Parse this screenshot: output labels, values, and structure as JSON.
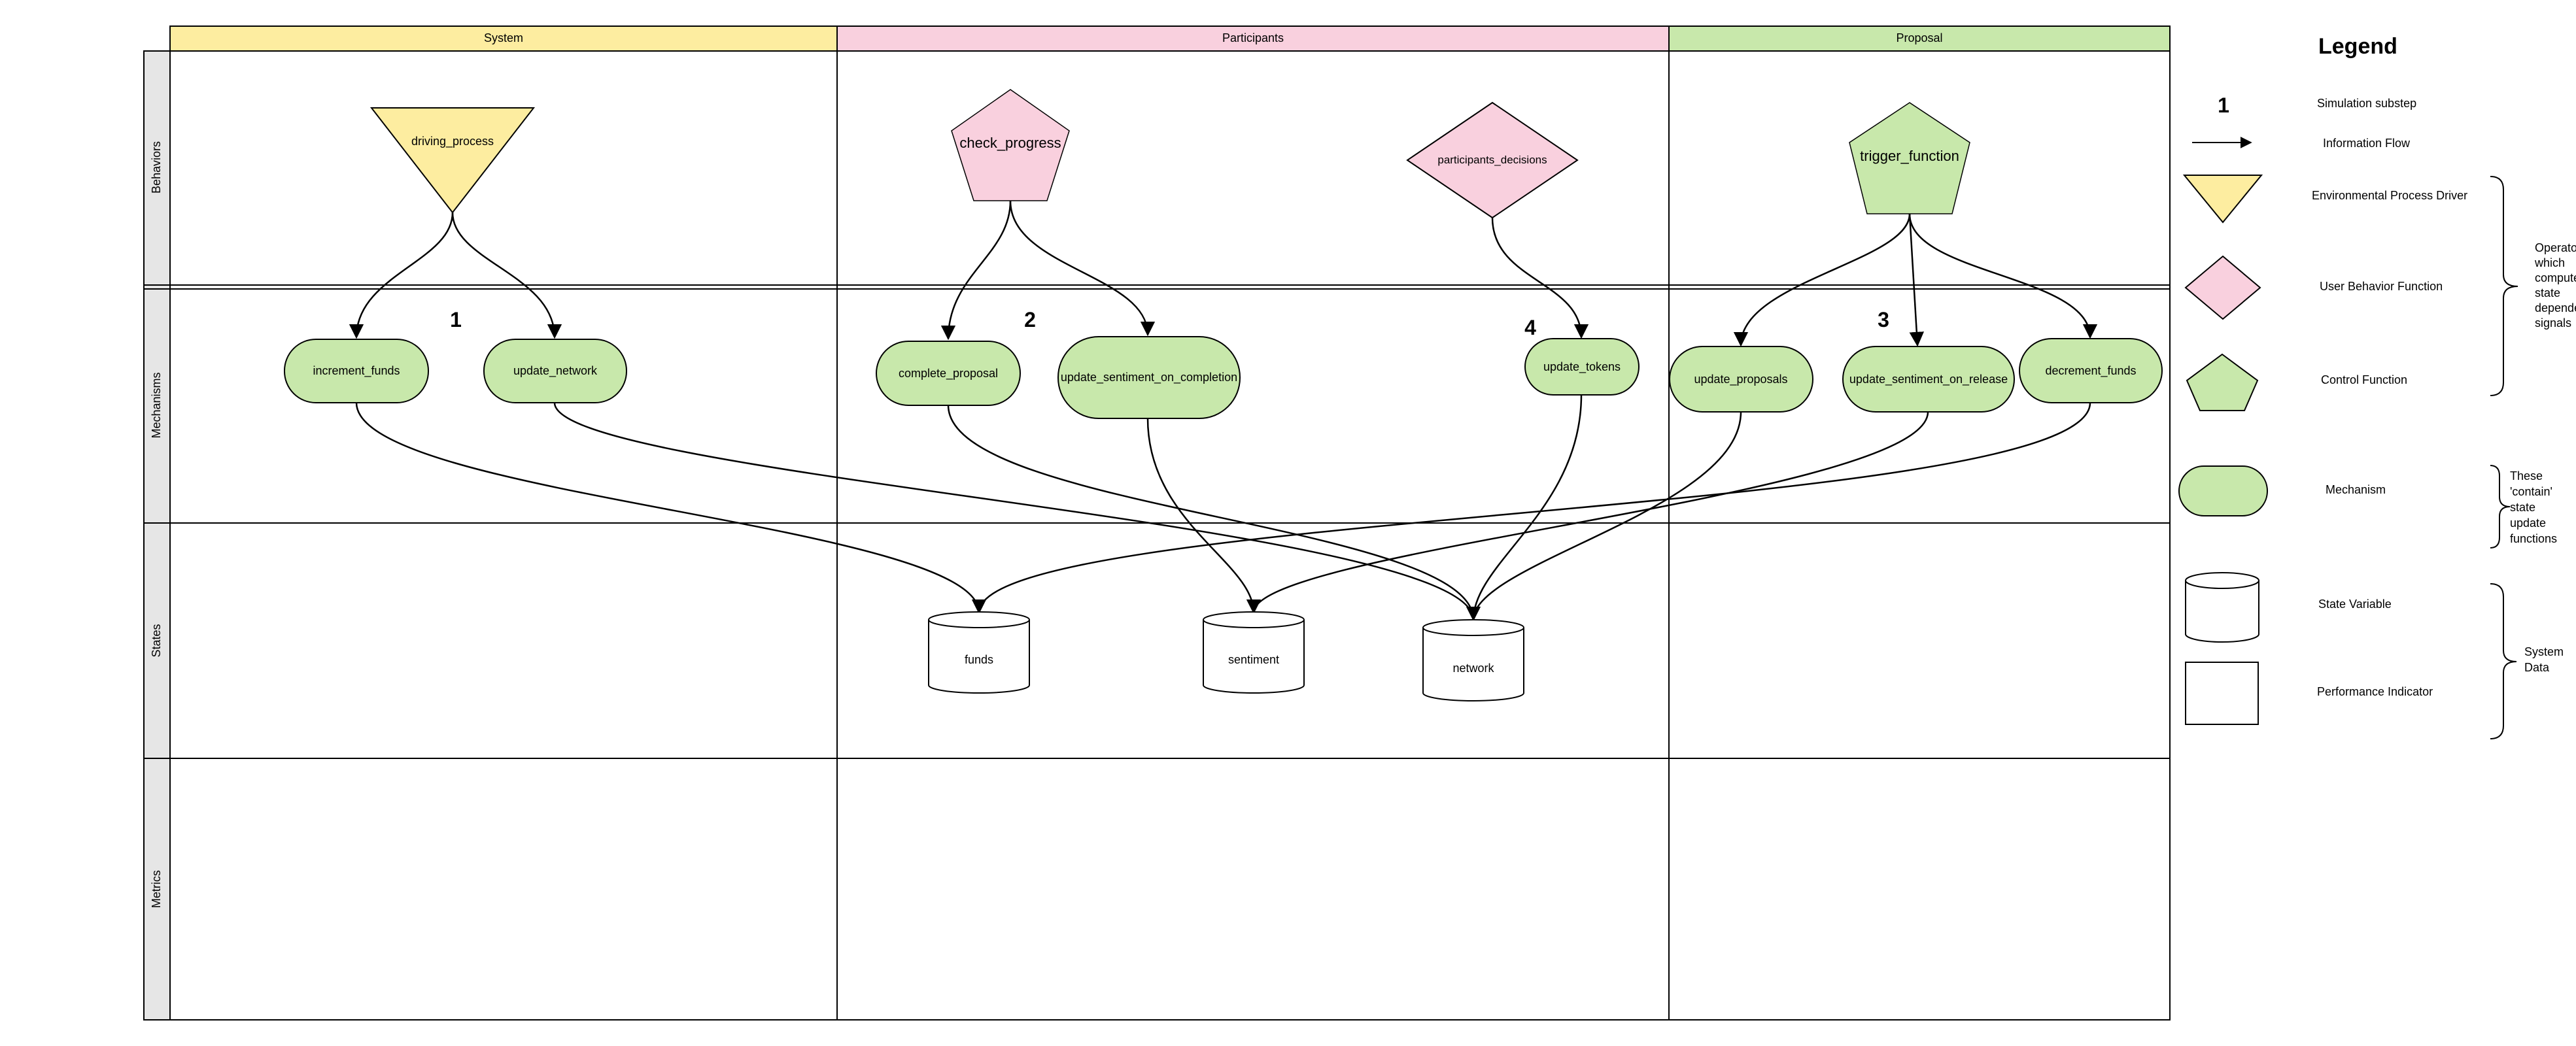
{
  "columns": {
    "system": "System",
    "participants": "Participants",
    "proposal": "Proposal"
  },
  "rows": {
    "behaviors": "Behaviors",
    "mechanisms": "Mechanisms",
    "states": "States",
    "metrics": "Metrics"
  },
  "behaviors": {
    "driving_process": "driving_process",
    "check_progress": "check_progress",
    "participants_decisions": "participants_decisions",
    "trigger_function": "trigger_function"
  },
  "mechanisms": {
    "increment_funds": "increment_funds",
    "update_network": "update_network",
    "complete_proposal": "complete_proposal",
    "update_sentiment_on_completion": "update_sentiment_on_completion",
    "update_tokens": "update_tokens",
    "update_proposals": "update_proposals",
    "update_sentiment_on_release": "update_sentiment_on_release",
    "decrement_funds": "decrement_funds"
  },
  "states": {
    "funds": "funds",
    "sentiment": "sentiment",
    "network": "network"
  },
  "substeps": {
    "s1": "1",
    "s2": "2",
    "s3": "3",
    "s4": "4"
  },
  "legend": {
    "title": "Legend",
    "substep_number": "1",
    "simulation_substep": "Simulation substep",
    "information_flow": "Information Flow",
    "environmental_process_driver": "Environmental Process Driver",
    "user_behavior_function": "User Behavior Function",
    "control_function": "Control Function",
    "mechanism": "Mechanism",
    "state_variable": "State Variable",
    "performance_indicator": "Performance Indicator",
    "operators_note": [
      "Operato",
      "which",
      "compute",
      "state",
      "depende",
      "signals"
    ],
    "mechanism_note": [
      "These",
      "'contain'",
      "state",
      "update",
      "functions"
    ],
    "system_data_note": [
      "System",
      "Data"
    ]
  },
  "colors": {
    "yellow": "#fdeda0",
    "pink": "#f9d0de",
    "green": "#c8e8ab",
    "row_label_bg": "#e6e6e6",
    "line": "#000000"
  }
}
